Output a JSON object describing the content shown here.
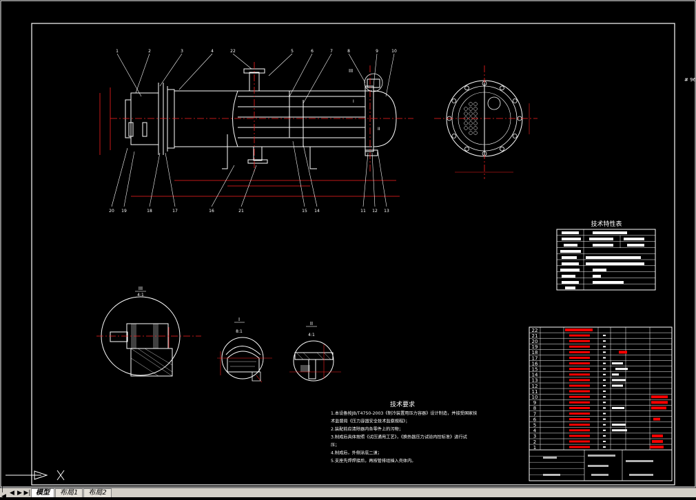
{
  "tabs": [
    {
      "label": "模型",
      "active": true
    },
    {
      "label": "布局1",
      "active": false
    },
    {
      "label": "布局2",
      "active": false
    }
  ],
  "side_readout": "# 96",
  "part_numbers_top": [
    "1",
    "2",
    "3",
    "4",
    "22",
    "5",
    "6",
    "7",
    "8",
    "9",
    "10"
  ],
  "part_numbers_bottom": [
    "20",
    "19",
    "18",
    "17",
    "16",
    "21",
    "15",
    "14",
    "11",
    "12",
    "13"
  ],
  "view_labels": {
    "detail_III": "III",
    "detail_III_scale": "4:1",
    "detail_I": "I",
    "detail_I_scale": "8:1",
    "detail_II": "II",
    "detail_II_scale": "4:1",
    "callout_III": "III",
    "callout_I": "I",
    "callout_II": "II"
  },
  "tech_table_title": "技术特性表",
  "requirements": {
    "title": "技术要求",
    "lines": [
      "1.本设备按JB/T4750-2003《制冷装置用压力容器》设计制造，并接受国家技",
      "术监督局《压力容器安全技术监察规程》；",
      "2.装配前应清除器内各零件上的污物；",
      "3.制成后具体按照《试压通用工艺》，《换热器压力试验内控标准》进行试",
      "压；",
      "4.制成后，外侧涂底二道；",
      "5.支座先焊焊接后，再按管排组插入壳体内。"
    ]
  },
  "bom_numbers": [
    "22",
    "21",
    "20",
    "19",
    "18",
    "17",
    "16",
    "15",
    "14",
    "13",
    "12",
    "11",
    "10",
    "9",
    "8",
    "7",
    "6",
    "5",
    "4",
    "3",
    "2",
    "1"
  ],
  "colors": {
    "background": "#000000",
    "line": "#ffffff",
    "dimension": "#ff0000",
    "center": "#ff2020",
    "accent_yellow": "#ffff00"
  }
}
